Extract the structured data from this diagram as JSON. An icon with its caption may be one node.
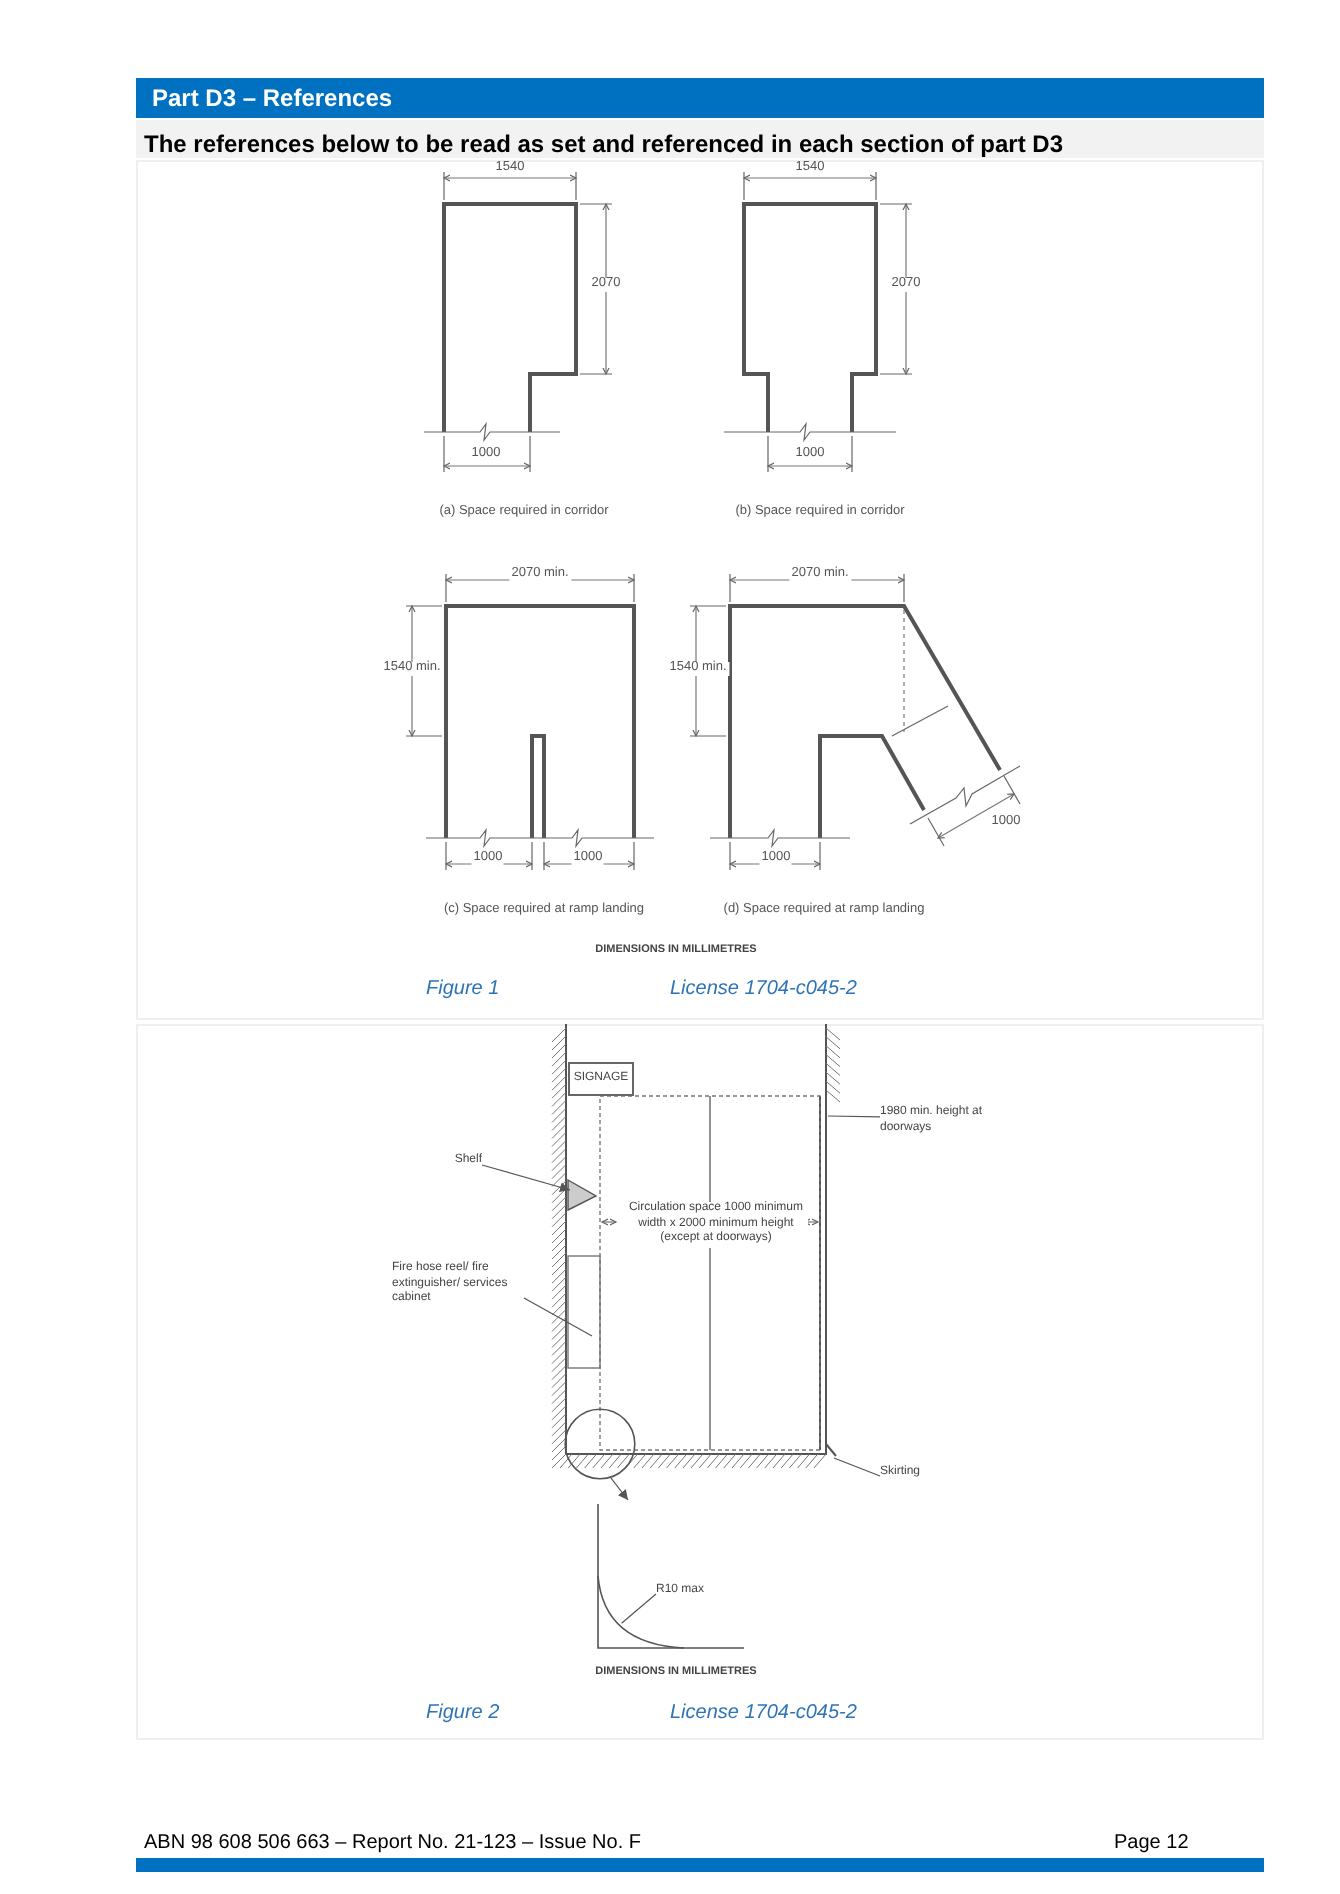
{
  "diagram": {
    "title": "Part D3 – References",
    "nodes": [
      {
        "text": [
          "SIGNAGE"
        ]
      },
      {
        "text": [
          "Shelf"
        ]
      },
      {
        "text": [
          "Fire hose reel/ fire extinguisher/ services cabinet"
        ]
      },
      {
        "text": [
          "1980 min. height at doorways"
        ]
      },
      {
        "text": [
          "Skirting"
        ]
      },
      {
        "text": [],
        "shape": "circle"
      },
      {
        "text": [],
        "shape": "picture"
      },
      {
        "text": [
          "R10 max"
        ],
        "in": 6
      }
    ],
    "edges": [
      {
        "from": 1,
        "to": null,
        "arrow": "to"
      },
      {
        "from": 2,
        "to": null,
        "arrow": "none"
      },
      {
        "from": 3,
        "to": null,
        "arrow": "none"
      },
      {
        "from": 4,
        "to": null,
        "arrow": "none"
      },
      {
        "from": 5,
        "to": 6,
        "arrow": "to"
      },
      {
        "from": 7,
        "to": 6,
        "arrow": "none"
      }
    ],
    "labels": [
      "The references below to be read as set and referenced in each section of part D3",
      "1540",
      "2070",
      "1000",
      "1540",
      "2070",
      "1000",
      "(a) Space required in corridor",
      "(b) Space required in corridor",
      "2070 min.",
      "1540 min.",
      "1000",
      "1000",
      "2070 min.",
      "1540 min.",
      "1000",
      "1000",
      "(c) Space required at ramp landing",
      "(d) Space required at ramp landing",
      "DIMENSIONS IN MILLIMETRES",
      "Figure 1",
      "License 1704-c045-2",
      "Circulation space 1000 minimum width x 2000 minimum height (except at doorways)",
      "DIMENSIONS IN MILLIMETRES",
      "Figure 2",
      "License 1704-c045-2",
      "ABN 98 608 506 663 – Report No. 21-123 – Issue No. F",
      "Page 12"
    ]
  }
}
